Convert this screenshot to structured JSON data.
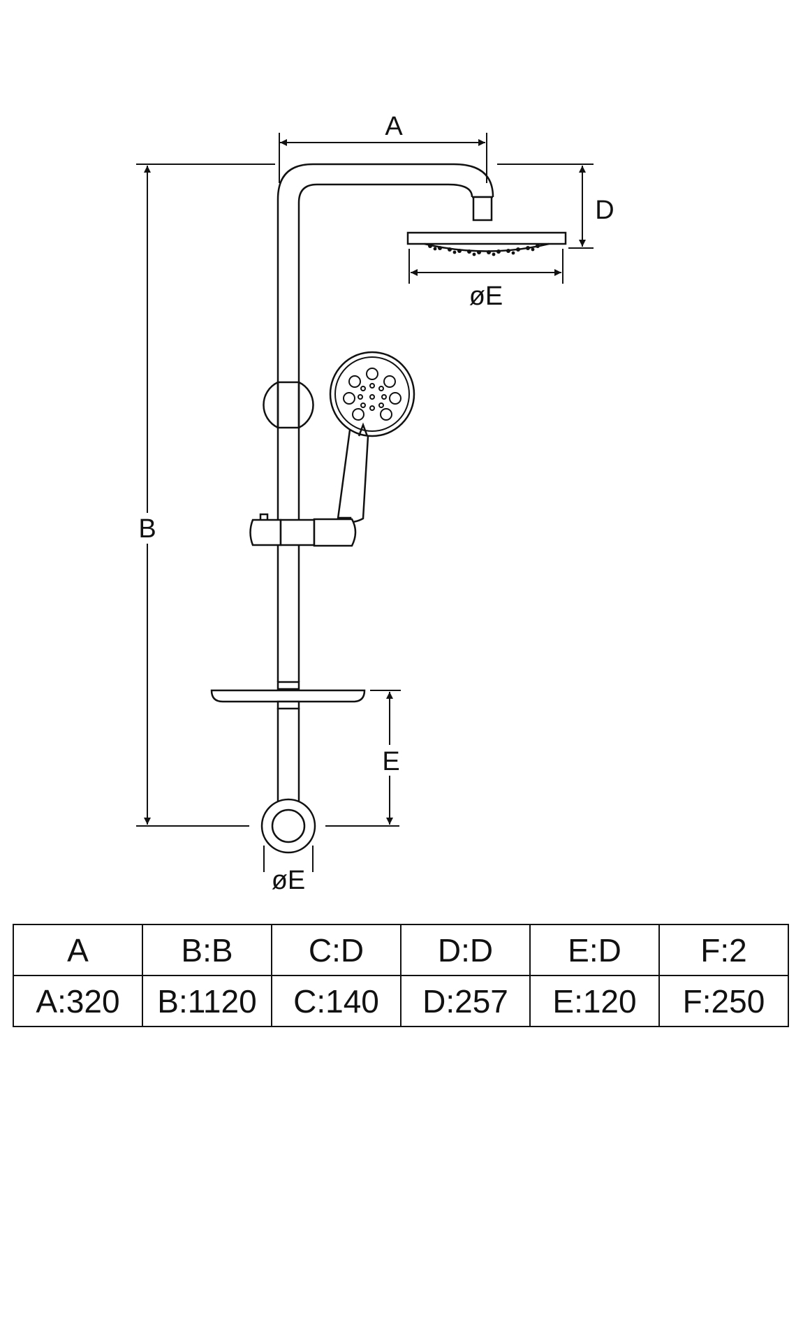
{
  "diagram": {
    "labels": {
      "a": "A",
      "b": "B",
      "d": "D",
      "head_diameter": "øE",
      "e": "E",
      "base_diameter": "øE"
    }
  },
  "spec_table": {
    "header": [
      "A",
      "B:B",
      "C:D",
      "D:D",
      "E:D",
      "F:2"
    ],
    "values": [
      "A:320",
      "B:1120",
      "C:140",
      "D:257",
      "E:120",
      "F:250"
    ]
  }
}
